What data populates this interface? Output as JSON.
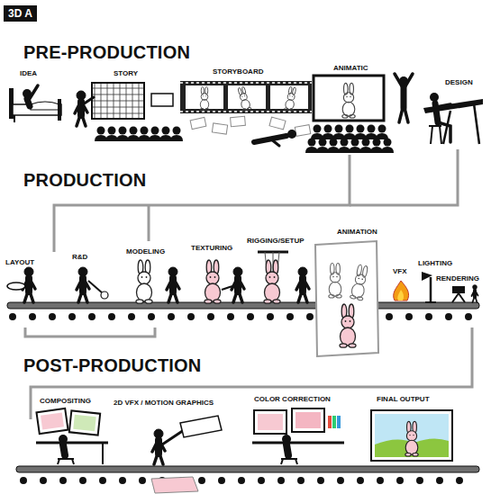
{
  "diagram": {
    "nodes": [
      {
        "text": [
          "3D A"
        ]
      }
    ],
    "labels": [
      "PRE-PRODUCTION",
      "IDEA",
      "STORY",
      "STORYBOARD",
      "ANIMATIC",
      "DESIGN",
      "PRODUCTION",
      "LAYOUT",
      "R&D",
      "MODELING",
      "TEXTURING",
      "RIGGING/SETUP",
      "ANIMATION",
      "VFX",
      "LIGHTING",
      "RENDERING",
      "POST-PRODUCTION",
      "COMPOSITING",
      "2D VFX / MOTION GRAPHICS",
      "COLOR CORRECTION",
      "FINAL OUTPUT"
    ]
  }
}
